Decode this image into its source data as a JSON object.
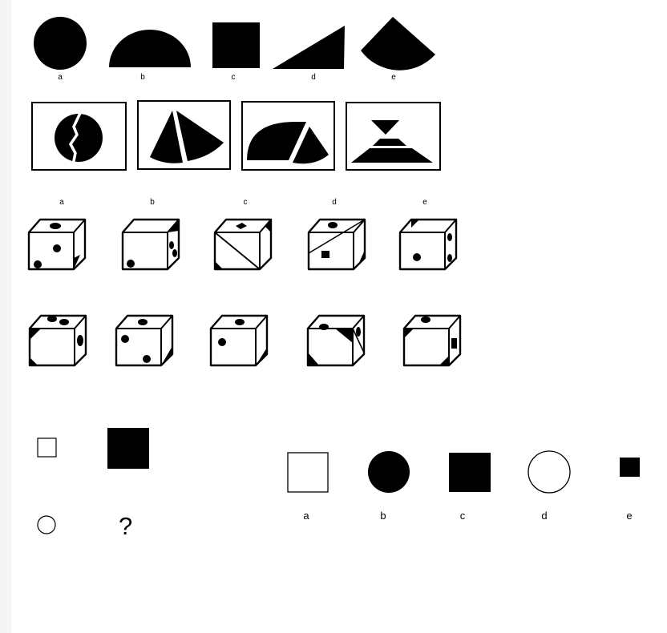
{
  "rows": {
    "shapes_row_labels": [
      "a",
      "b",
      "c",
      "d",
      "e"
    ],
    "cube_row_labels": [
      "a",
      "b",
      "c",
      "d",
      "e"
    ],
    "analogy_answer_labels": [
      "a",
      "b",
      "c",
      "d",
      "e"
    ]
  },
  "analogy": {
    "question_mark": "?"
  },
  "colors": {
    "ink": "#000000",
    "page": "#ffffff",
    "margin": "#f5f5f5"
  },
  "icons": {
    "shapes": [
      "circle-icon",
      "half-disc-icon",
      "square-icon",
      "triangle-icon",
      "sector-icon"
    ],
    "compositions": [
      "split-circle-icon",
      "two-sectors-icon",
      "dome-and-sector-icon",
      "triangles-and-trapezoid-icon"
    ],
    "analogy_answers": [
      "outline-square-icon",
      "filled-circle-icon",
      "filled-square-icon",
      "outline-circle-icon",
      "small-filled-square-icon"
    ]
  }
}
